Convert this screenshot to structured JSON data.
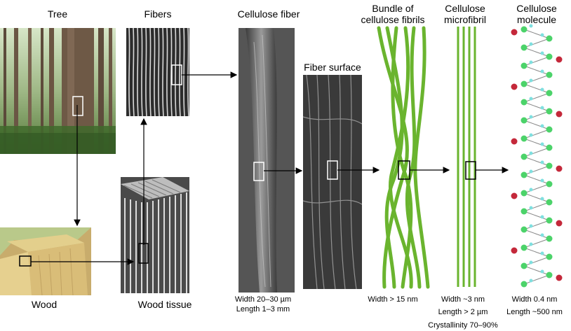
{
  "titles": {
    "tree": "Tree",
    "fibers": "Fibers",
    "cellulose_fiber": "Cellulose fiber",
    "bundle": "Bundle of\ncellulose fibrils",
    "microfibril": "Cellulose\nmicrofibril",
    "molecule": "Cellulose\nmolecule",
    "fiber_surface": "Fiber surface",
    "wood": "Wood",
    "wood_tissue": "Wood tissue"
  },
  "measurements": {
    "cellulose_fiber": [
      "Width 20–30 µm",
      "Length 1–3 mm"
    ],
    "bundle": [
      "Width > 15 nm"
    ],
    "microfibril": [
      "Width ~3 nm",
      "Length > 2 µm",
      "Crystallinity 70–90%"
    ],
    "molecule": [
      "Width 0.4 nm",
      "Length ~500 nm"
    ]
  },
  "colors": {
    "fibril_green": "#6ab42e",
    "atom_green": "#4cd36a",
    "atom_red": "#c4283a",
    "atom_cyan": "#7fe0e0"
  }
}
